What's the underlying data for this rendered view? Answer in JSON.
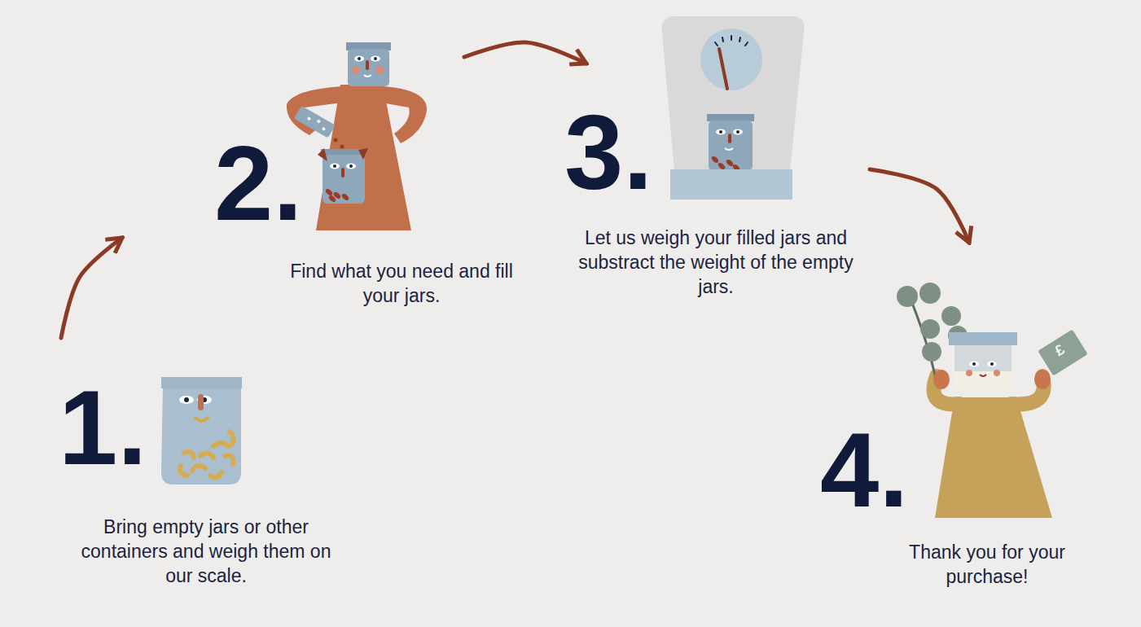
{
  "diagram": {
    "nodes": [
      {
        "text": [
          "1.",
          "Bring empty jars or other containers and weigh them on our scale."
        ]
      },
      {
        "text": [
          "2.",
          "Find what you need and fill your jars."
        ]
      },
      {
        "text": [
          "3.",
          "Let us weigh your filled jars and substract the weight of the empty jars."
        ]
      },
      {
        "text": [
          "4.",
          "Thank you for your purchase!"
        ]
      }
    ],
    "edges": [
      {
        "from": 0,
        "to": 1,
        "arrow": "to"
      },
      {
        "from": 1,
        "to": 2,
        "arrow": "to"
      },
      {
        "from": 2,
        "to": 3,
        "arrow": "to"
      }
    ],
    "labels": [
      "£"
    ]
  }
}
